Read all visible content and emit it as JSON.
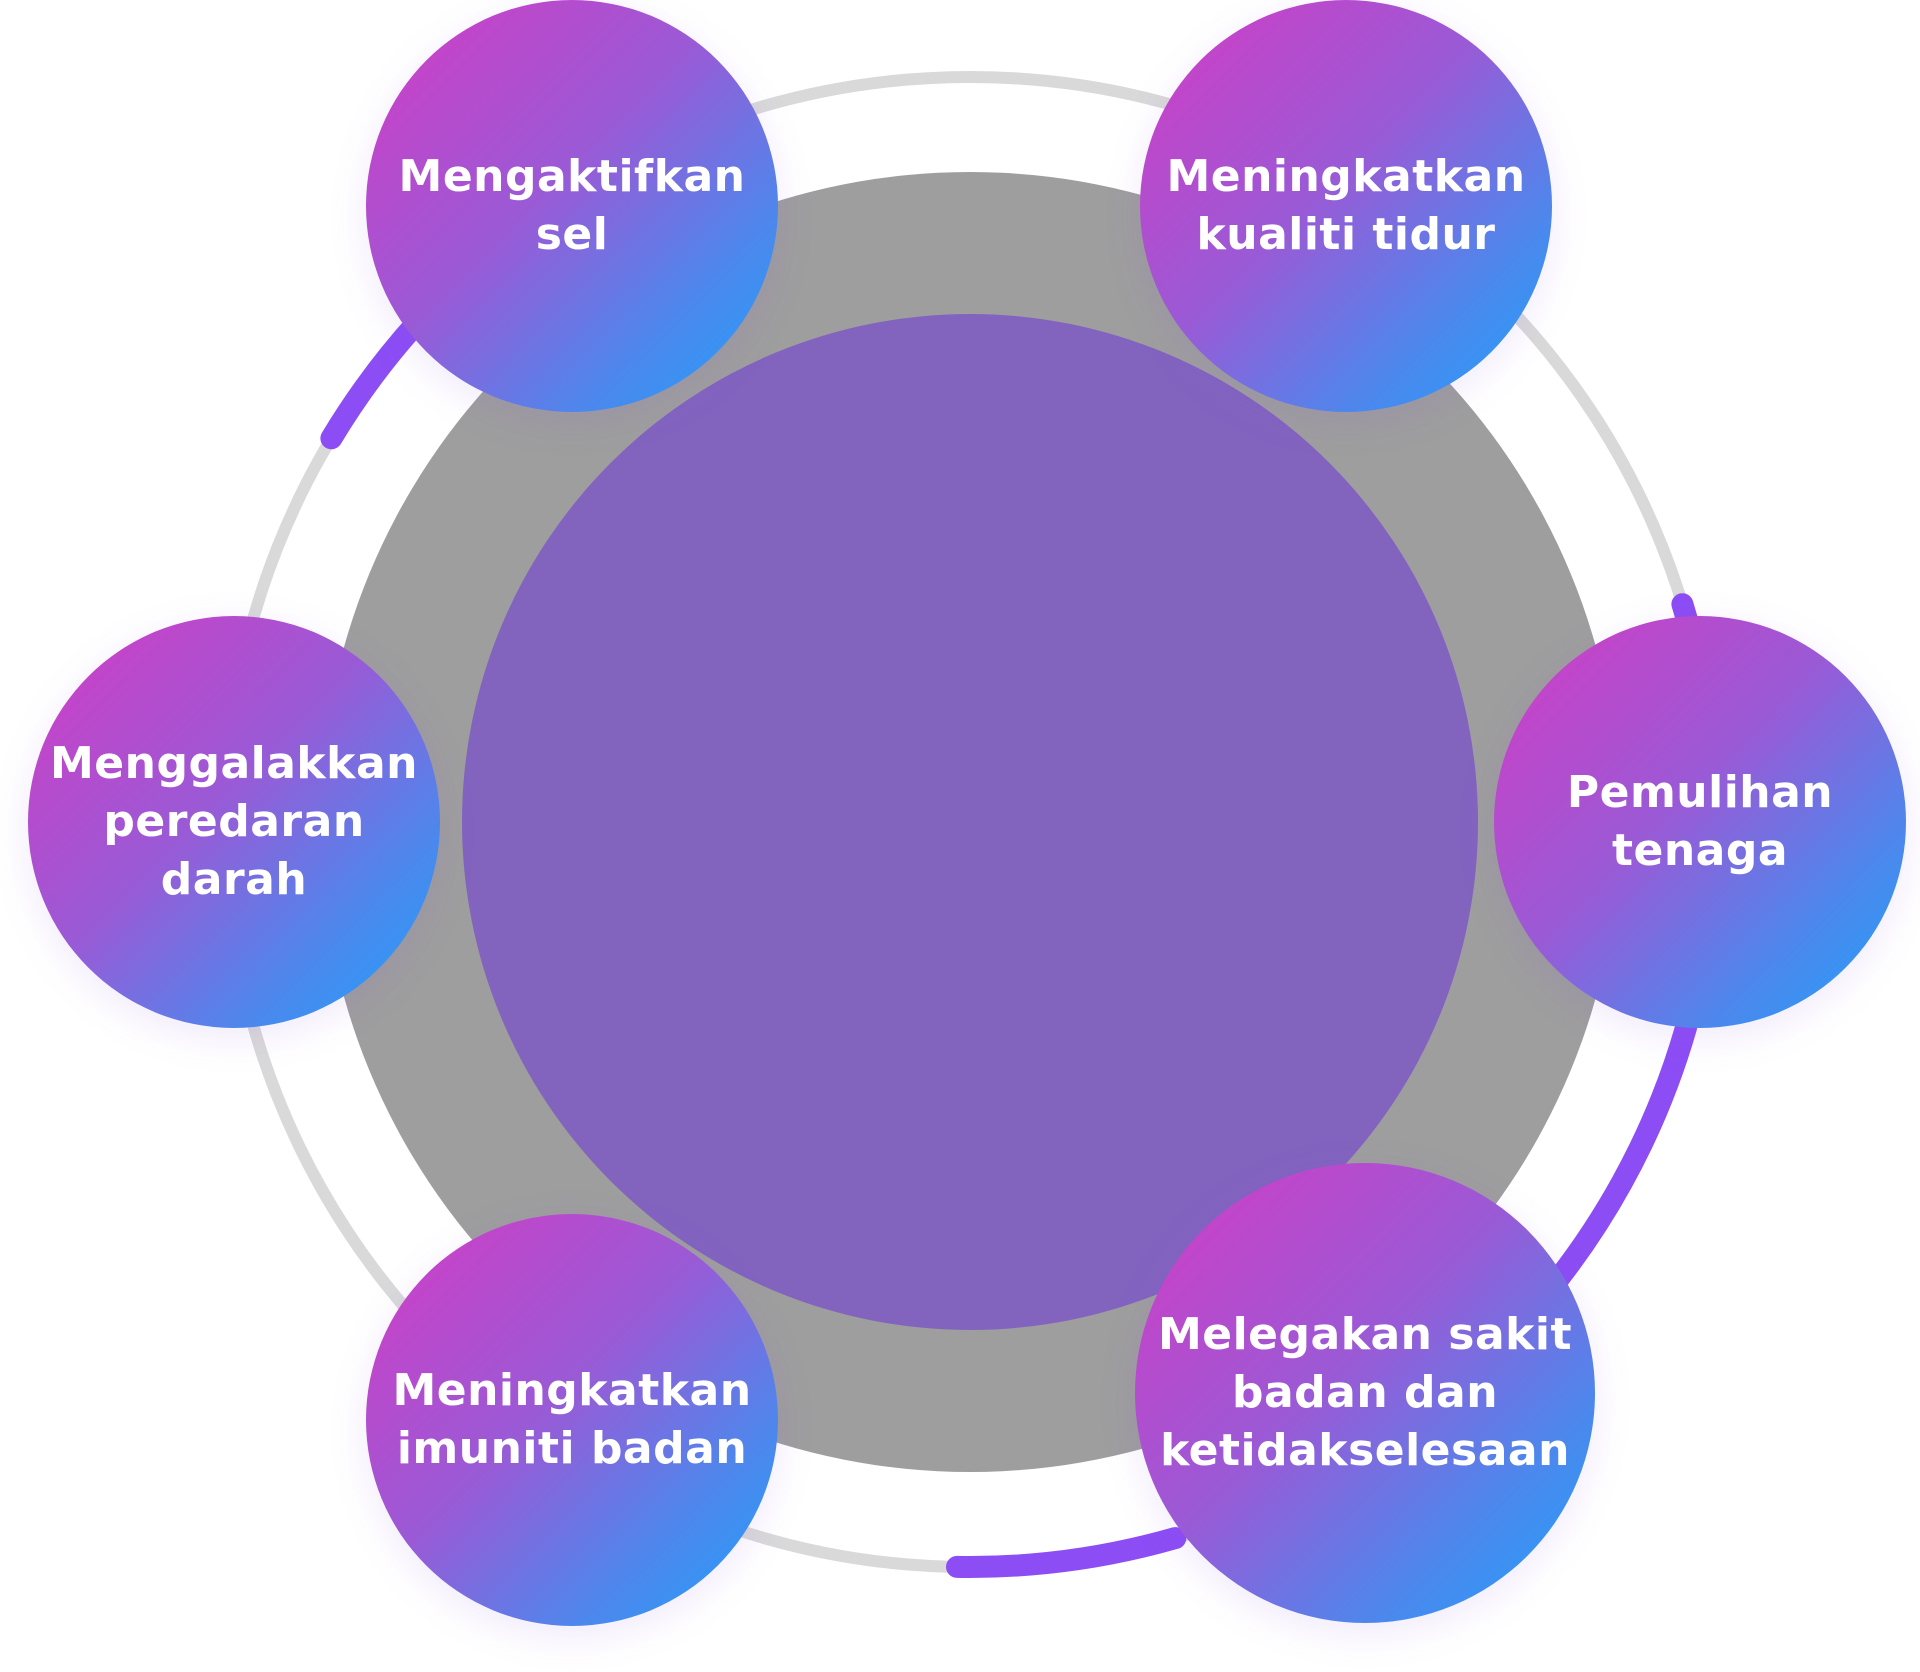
{
  "diagram": {
    "colors": {
      "outer_ring": "#d9d9d9",
      "accent_arc": "#8c4df5",
      "gray_disc": "#9e9e9e",
      "center_disc": "#8264bf",
      "node_gradient_start": "#d43bc4",
      "node_gradient_end": "#1ba3fb",
      "label_text": "#ffffff"
    },
    "nodes": [
      {
        "id": "mengaktifkan-sel",
        "label": "Mengaktifkan\nsel"
      },
      {
        "id": "meningkatkan-kualiti-tidur",
        "label": "Meningkatkan\nkualiti tidur"
      },
      {
        "id": "menggalakkan-peredaran-darah",
        "label": "Menggalakkan\nperedaran darah"
      },
      {
        "id": "pemulihan-tenaga",
        "label": "Pemulihan\ntenaga"
      },
      {
        "id": "meningkatkan-imuniti-badan",
        "label": "Meningkatkan\nimuniti badan"
      },
      {
        "id": "melegakan-sakit-badan",
        "label": "Melegakan sakit\nbadan dan\nketidakselesaan"
      }
    ]
  }
}
